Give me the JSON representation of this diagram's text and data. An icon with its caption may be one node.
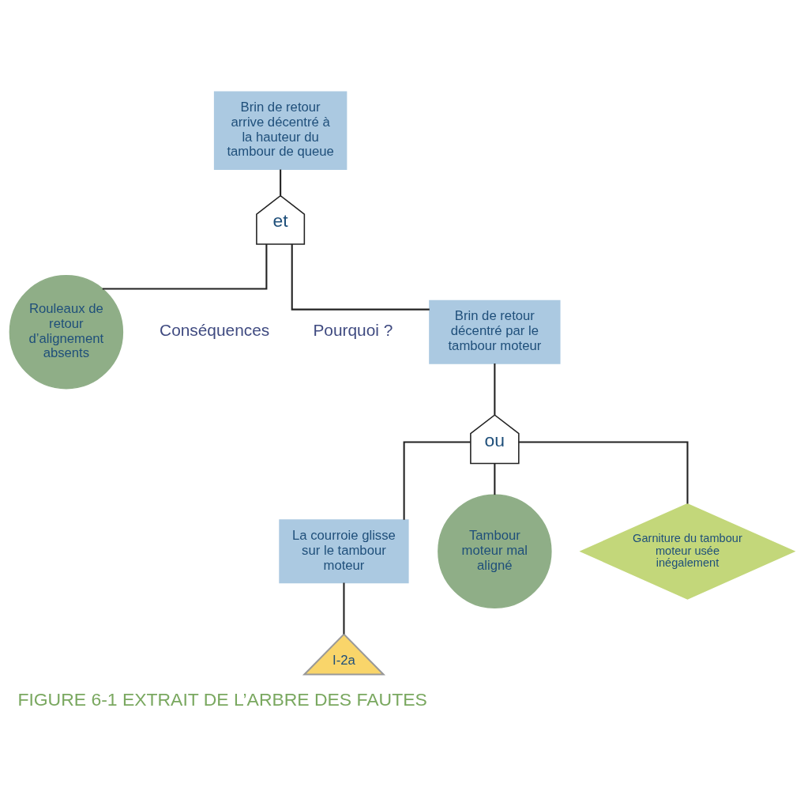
{
  "diagram": {
    "caption": "FIGURE 6-1 EXTRAIT DE L’ARBRE DES FAUTES",
    "nodes": [
      {
        "text": [
          "Brin de retour arrive décentré à la hauteur du tambour de queue"
        ]
      },
      {
        "text": [
          "et"
        ]
      },
      {
        "text": [
          "Brin de retour décentré par le tambour moteur"
        ]
      },
      {
        "text": [
          "Rouleaux de retour d’alignement absents"
        ]
      },
      {
        "text": [
          "ou"
        ]
      },
      {
        "text": [
          "La courroie glisse sur le tambour moteur"
        ]
      },
      {
        "text": [
          "Tambour moteur mal aligné"
        ]
      },
      {
        "text": [
          "Garniture du tambour moteur usée inégalement"
        ]
      },
      {
        "text": [
          "I-2a"
        ]
      }
    ],
    "edges": [
      {
        "from": 0,
        "to": 1,
        "arrow": "none"
      },
      {
        "from": 1,
        "to": 2,
        "arrow": "none"
      },
      {
        "from": 1,
        "to": 3,
        "arrow": "none"
      },
      {
        "from": 2,
        "to": 4,
        "arrow": "none"
      },
      {
        "from": 4,
        "to": 5,
        "arrow": "none"
      },
      {
        "from": 4,
        "to": 6,
        "arrow": "none"
      },
      {
        "from": 4,
        "to": 7,
        "arrow": "none"
      },
      {
        "from": 5,
        "to": 8,
        "arrow": "none"
      }
    ],
    "labels": [
      "Pourquoi ?",
      "Conséquences"
    ]
  }
}
